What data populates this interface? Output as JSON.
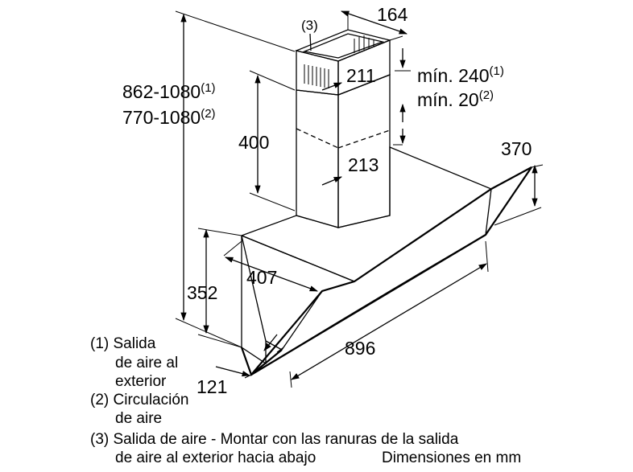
{
  "dimensions": {
    "chimney_width": "164",
    "chimney_outlet_note": "(3)",
    "chimney_top_depth": "211",
    "clearance_1_prefix": "mín. 240",
    "clearance_1_note": "(1)",
    "clearance_2_prefix": "mín. 20",
    "clearance_2_note": "(2)",
    "total_height_1": "862-1080",
    "total_height_1_note": "(1)",
    "total_height_2": "770-1080",
    "total_height_2_note": "(2)",
    "chimney_height": "400",
    "chimney_lower_depth": "213",
    "glass_height": "370",
    "canopy_depth": "407",
    "body_height": "352",
    "overall_width": "896",
    "front_depth": "121"
  },
  "legend": {
    "item1_line1": "(1) Salida",
    "item1_line2": "de aire al",
    "item1_line3": "exterior",
    "item2_line1": "(2) Circulación",
    "item2_line2": "de aire",
    "item3_line1": "(3) Salida de aire - Montar con las ranuras de la salida",
    "item3_line2": "de aire al exterior hacia abajo",
    "units": "Dimensiones en mm"
  }
}
